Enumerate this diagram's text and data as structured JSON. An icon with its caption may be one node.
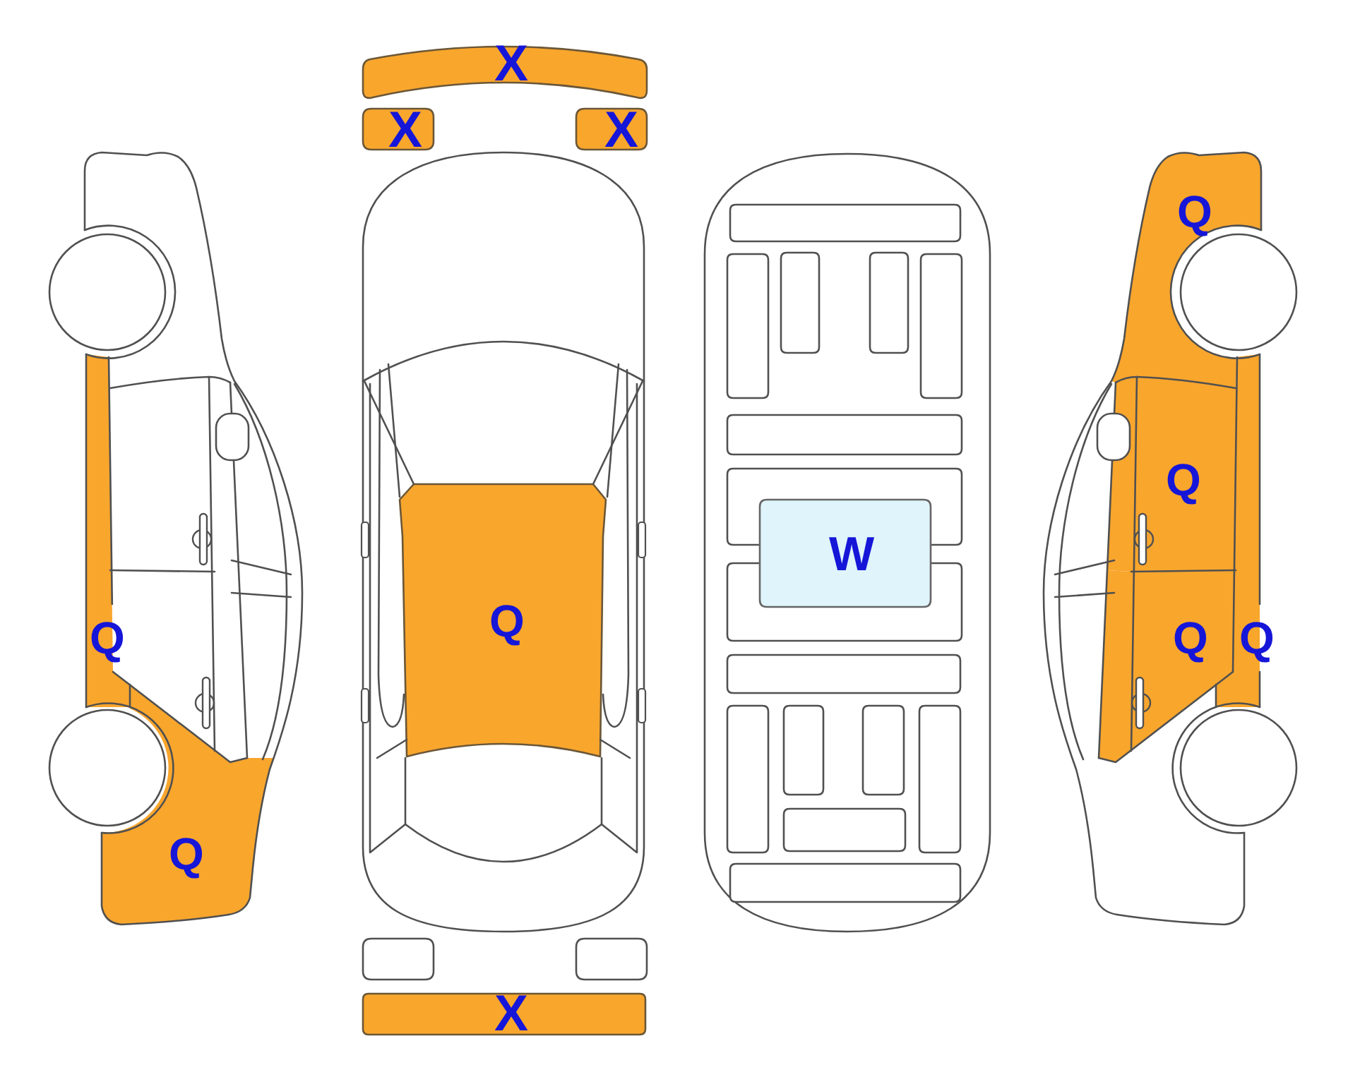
{
  "diagram": {
    "nodes": [
      {
        "text": [
          "Q"
        ]
      },
      {
        "text": [
          "Q"
        ]
      },
      {
        "text": [
          "X"
        ]
      },
      {
        "text": [
          "X"
        ]
      },
      {
        "text": [
          "X"
        ]
      },
      {
        "text": [
          "Q"
        ]
      },
      {
        "text": [],
        "shape": "box"
      },
      {
        "text": [],
        "shape": "box"
      },
      {
        "text": [
          "X"
        ]
      },
      {
        "text": [],
        "shape": "box"
      },
      {
        "text": [],
        "shape": "box"
      },
      {
        "text": [],
        "shape": "box"
      },
      {
        "text": [],
        "shape": "box"
      },
      {
        "text": [],
        "shape": "box"
      },
      {
        "text": [],
        "shape": "box"
      },
      {
        "text": [],
        "shape": "box"
      },
      {
        "text": [
          "W"
        ]
      },
      {
        "text": [],
        "shape": "box"
      },
      {
        "text": [],
        "shape": "box"
      },
      {
        "text": [],
        "shape": "box"
      },
      {
        "text": [],
        "shape": "box"
      },
      {
        "text": [],
        "shape": "box"
      },
      {
        "text": [],
        "shape": "box"
      },
      {
        "text": [],
        "shape": "box"
      },
      {
        "text": [],
        "shape": "box"
      },
      {
        "text": [
          "Q"
        ]
      },
      {
        "text": [
          "Q"
        ]
      },
      {
        "text": [
          "Q"
        ]
      },
      {
        "text": [
          "Q"
        ]
      }
    ]
  }
}
